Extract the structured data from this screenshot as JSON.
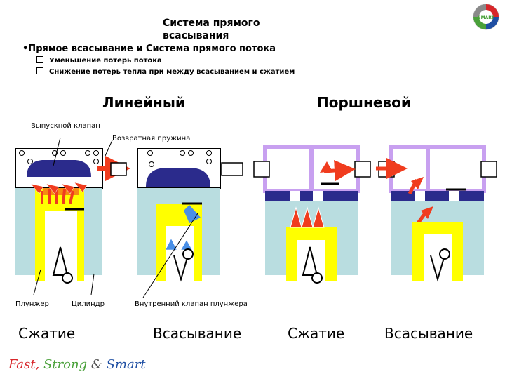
{
  "header": {
    "title": "Система прямого всасывания",
    "bullet": "•Прямое всасывание и Система прямого потока",
    "points": [
      "Уменьшение потерь потока",
      "Снижение потерь тепла при между всасыванием и сжатием"
    ]
  },
  "sections": {
    "linear": "Линейный",
    "piston": "Поршневой"
  },
  "labels": {
    "discharge_valve": "Выпускной клапан",
    "return_spring": "Возвратная пружина",
    "plunger": "Плунжер",
    "cylinder": "Цилиндр",
    "inner_valve": "Внутренний клапан плунжера"
  },
  "phases": [
    "Сжатие",
    "Всасывание",
    "Сжатие",
    "Всасывание"
  ],
  "brand": {
    "fast": "Fast,",
    "strong": "Strong",
    "amp": "&",
    "smart": "Smart"
  },
  "logo": {
    "text": "SMART"
  },
  "colors": {
    "cylinder": "#b9dde0",
    "plunger": "#ffff00",
    "head": "#2b2b8c",
    "arrow_red": "#f03c1e",
    "arrow_blue": "#4a8fe6",
    "lavender": "#c8a0f0",
    "brand_red": "#d8262a",
    "brand_green": "#4aa13a",
    "brand_blue": "#1f4fa3"
  }
}
